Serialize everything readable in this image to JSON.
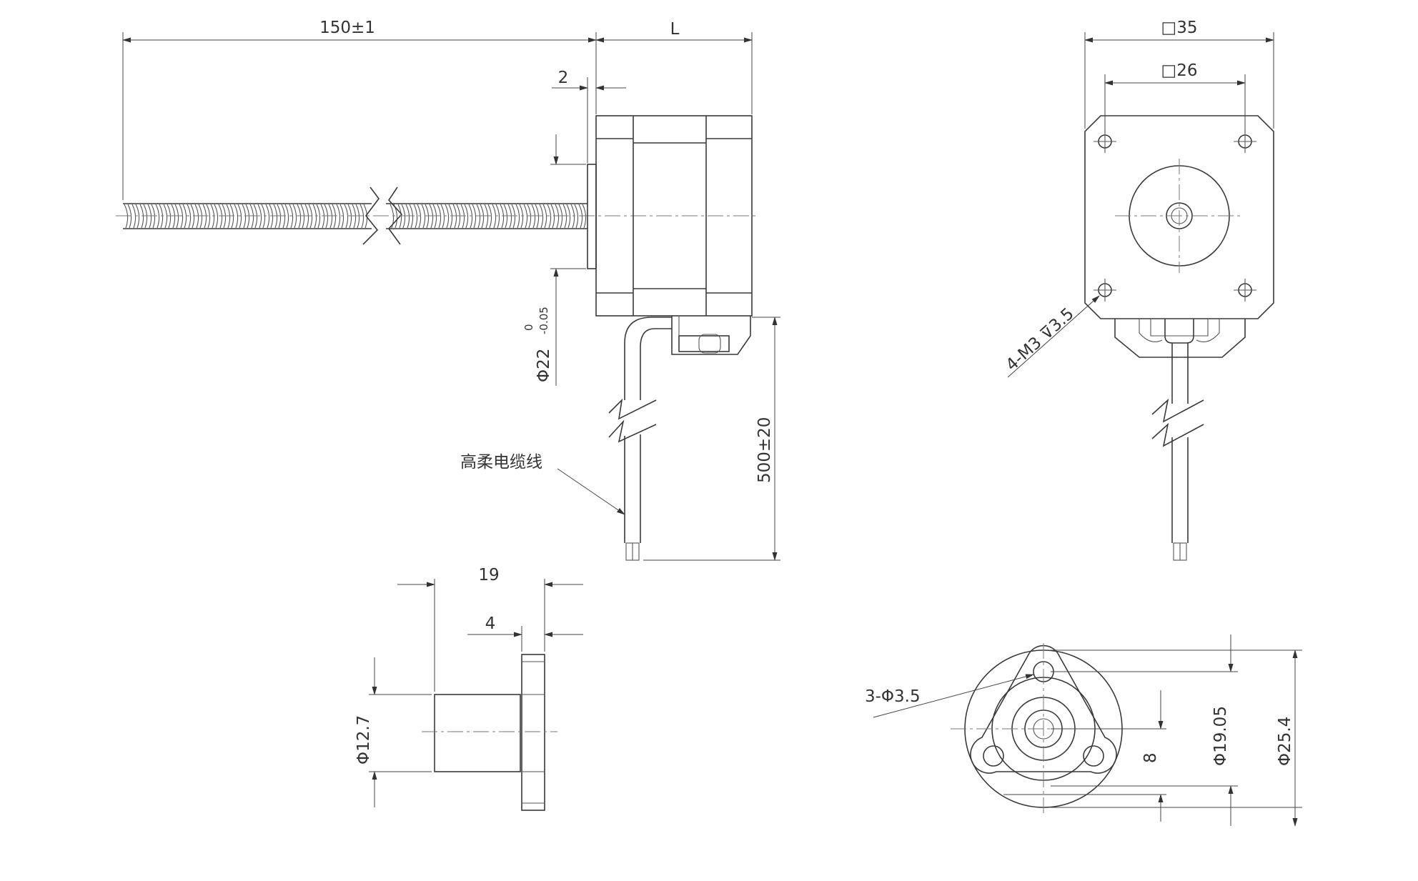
{
  "labels": {
    "length_leadscrew": "150±1",
    "length_motor": "L",
    "boss_height": "2",
    "boss_diameter": "Φ22",
    "boss_tol_upper": "0",
    "boss_tol_lower": "-0.05",
    "cable_length": "500±20",
    "cable_note": "高柔电缆线",
    "frame_size": "□35",
    "hole_pitch": "□26",
    "mount_holes": "4-M3 ⊽3.5",
    "nut_length": "19",
    "flange_thickness": "4",
    "nut_diameter": "Φ12.7",
    "flange_holes": "3-Φ3.5",
    "hole_offset": "8",
    "pitch_circle": "Φ19.05",
    "flange_diameter": "Φ25.4"
  },
  "colors": {
    "line": "#3a3a3a",
    "background": "#ffffff"
  }
}
